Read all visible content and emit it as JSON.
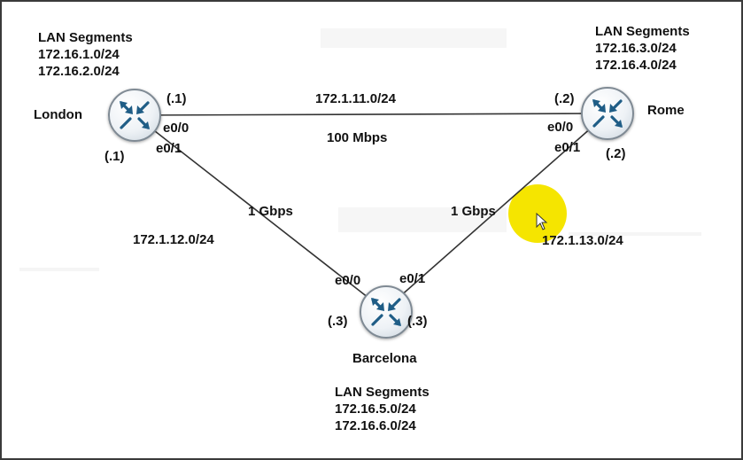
{
  "colors": {
    "highlight": "#f5e500",
    "link": "#333333",
    "router_arrows": "#1f5d86"
  },
  "nodes": {
    "london": {
      "name": "London",
      "lan_title": "LAN Segments",
      "lan_subnets": [
        "172.16.1.0/24",
        "172.16.2.0/24"
      ],
      "host_top": "(.1)",
      "host_bottom": "(.1)",
      "if_top": "e0/0",
      "if_bottom": "e0/1",
      "icon": "router-icon"
    },
    "rome": {
      "name": "Rome",
      "lan_title": "LAN Segments",
      "lan_subnets": [
        "172.16.3.0/24",
        "172.16.4.0/24"
      ],
      "host_top": "(.2)",
      "host_bottom": "(.2)",
      "if_top": "e0/0",
      "if_bottom": "e0/1",
      "icon": "router-icon"
    },
    "barcelona": {
      "name": "Barcelona",
      "lan_title": "LAN Segments",
      "lan_subnets": [
        "172.16.5.0/24",
        "172.16.6.0/24"
      ],
      "host_left": "(.3)",
      "host_right": "(.3)",
      "if_left": "e0/0",
      "if_right": "e0/1",
      "icon": "router-icon"
    }
  },
  "links": [
    {
      "id": "london-rome",
      "subnet": "172.1.11.0/24",
      "speed": "100 Mbps"
    },
    {
      "id": "london-barcelona",
      "subnet": "172.1.12.0/24",
      "speed": "1 Gbps"
    },
    {
      "id": "rome-barcelona",
      "subnet": "172.1.13.0/24",
      "speed": "1 Gbps"
    }
  ],
  "cursor_icon": "mouse-pointer-icon"
}
